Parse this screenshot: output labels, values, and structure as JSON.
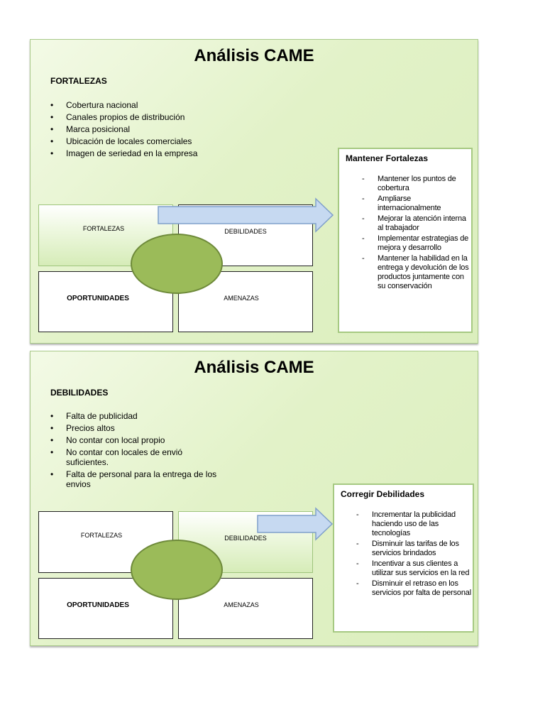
{
  "panels": [
    {
      "title": "Análisis CAME",
      "heading": "FORTALEZAS",
      "bullets": [
        "Cobertura nacional",
        "Canales propios de distribución",
        "Marca posicional",
        "Ubicación de locales comerciales",
        "Imagen de seriedad en la empresa"
      ],
      "matrix": {
        "top_left": "FORTALEZAS",
        "top_right": "DEBILIDADES",
        "bottom_left": "OPORTUNIDADES",
        "bottom_right": "AMENAZAS",
        "highlighted": "top_left"
      },
      "box": {
        "title": "Mantener Fortalezas",
        "items": [
          "Mantener los puntos de cobertura",
          "Ampliarse internacionalmente",
          "Mejorar la atención interna al trabajador",
          "Implementar estrategias  de mejora y desarrollo",
          "Mantener la habilidad en la entrega y devolución de los productos  juntamente con su conservación"
        ]
      }
    },
    {
      "title": "Análisis CAME",
      "heading": "DEBILIDADES",
      "bullets": [
        "Falta de publicidad",
        "Precios altos",
        "No contar con local propio",
        "No contar con locales de envió suficientes.",
        "Falta de personal para la entrega de los envios"
      ],
      "matrix": {
        "top_left": "FORTALEZAS",
        "top_right": "DEBILIDADES",
        "bottom_left": "OPORTUNIDADES",
        "bottom_right": "AMENAZAS",
        "highlighted": "top_right"
      },
      "box": {
        "title": "Corregir  Debilidades",
        "items": [
          "Incrementar la publicidad haciendo uso de las tecnologías",
          "Disminuir las tarifas de los servicios brindados",
          "Incentivar  a sus clientes  a utilizar sus servicios en la red",
          "Disminuir el retraso en los servicios por falta de personal"
        ]
      }
    }
  ],
  "colors": {
    "circle": "#9bbb59",
    "arrow_fill": "#c6d9f1",
    "arrow_stroke": "#7f9fca",
    "panel_border": "#a9c98a"
  }
}
